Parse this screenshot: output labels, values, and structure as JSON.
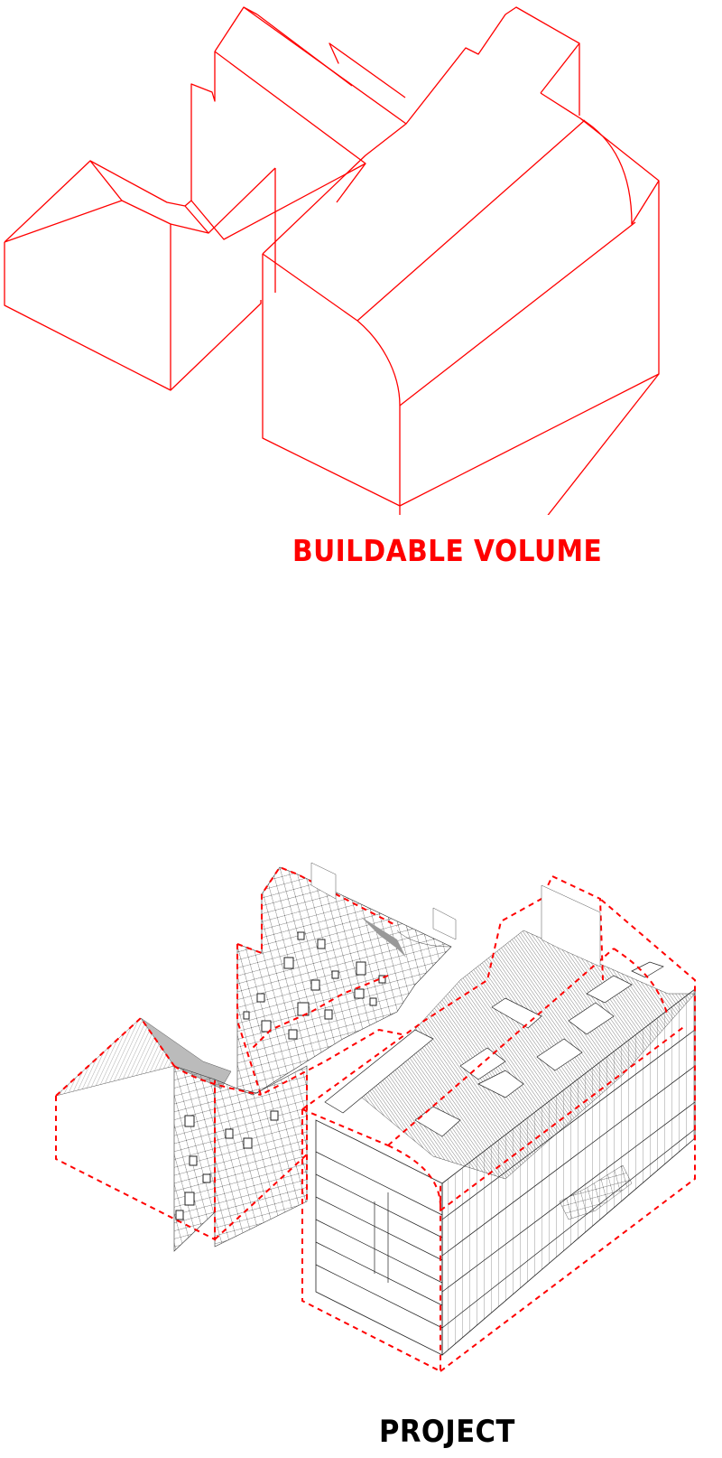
{
  "diagrams": [
    {
      "id": "buildable-volume",
      "caption": "BUILDABLE VOLUME",
      "caption_color": "#ff0000",
      "line_color": "#ff0000",
      "line_style": "solid"
    },
    {
      "id": "project",
      "caption": "PROJECT",
      "caption_color": "#000000",
      "line_color": "#000000",
      "outline_color": "#ff0000",
      "outline_style": "dashed"
    }
  ],
  "background": "#ffffff"
}
